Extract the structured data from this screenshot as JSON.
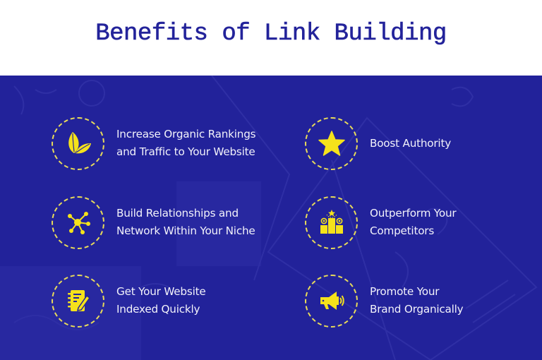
{
  "header": {
    "title": "Benefits of Link Building"
  },
  "colors": {
    "panel_background": "#22229a",
    "accent_yellow": "#f5e21b",
    "dashed_ring": "#e8db5a",
    "title_color": "#23239a",
    "label_color": "#f2f2fa"
  },
  "benefits": [
    {
      "icon": "leaves-icon",
      "lines": [
        "Increase Organic Rankings",
        "and Traffic to Your Website"
      ]
    },
    {
      "icon": "star-icon",
      "lines": [
        "Boost Authority"
      ]
    },
    {
      "icon": "network-icon",
      "lines": [
        "Build Relationships and",
        "Network Within Your Niche"
      ]
    },
    {
      "icon": "podium-icon",
      "lines": [
        "Outperform Your",
        "Competitors"
      ]
    },
    {
      "icon": "notebook-pencil-icon",
      "lines": [
        "Get Your Website",
        "Indexed Quickly"
      ]
    },
    {
      "icon": "megaphone-icon",
      "lines": [
        "Promote Your",
        "Brand Organically"
      ]
    }
  ]
}
